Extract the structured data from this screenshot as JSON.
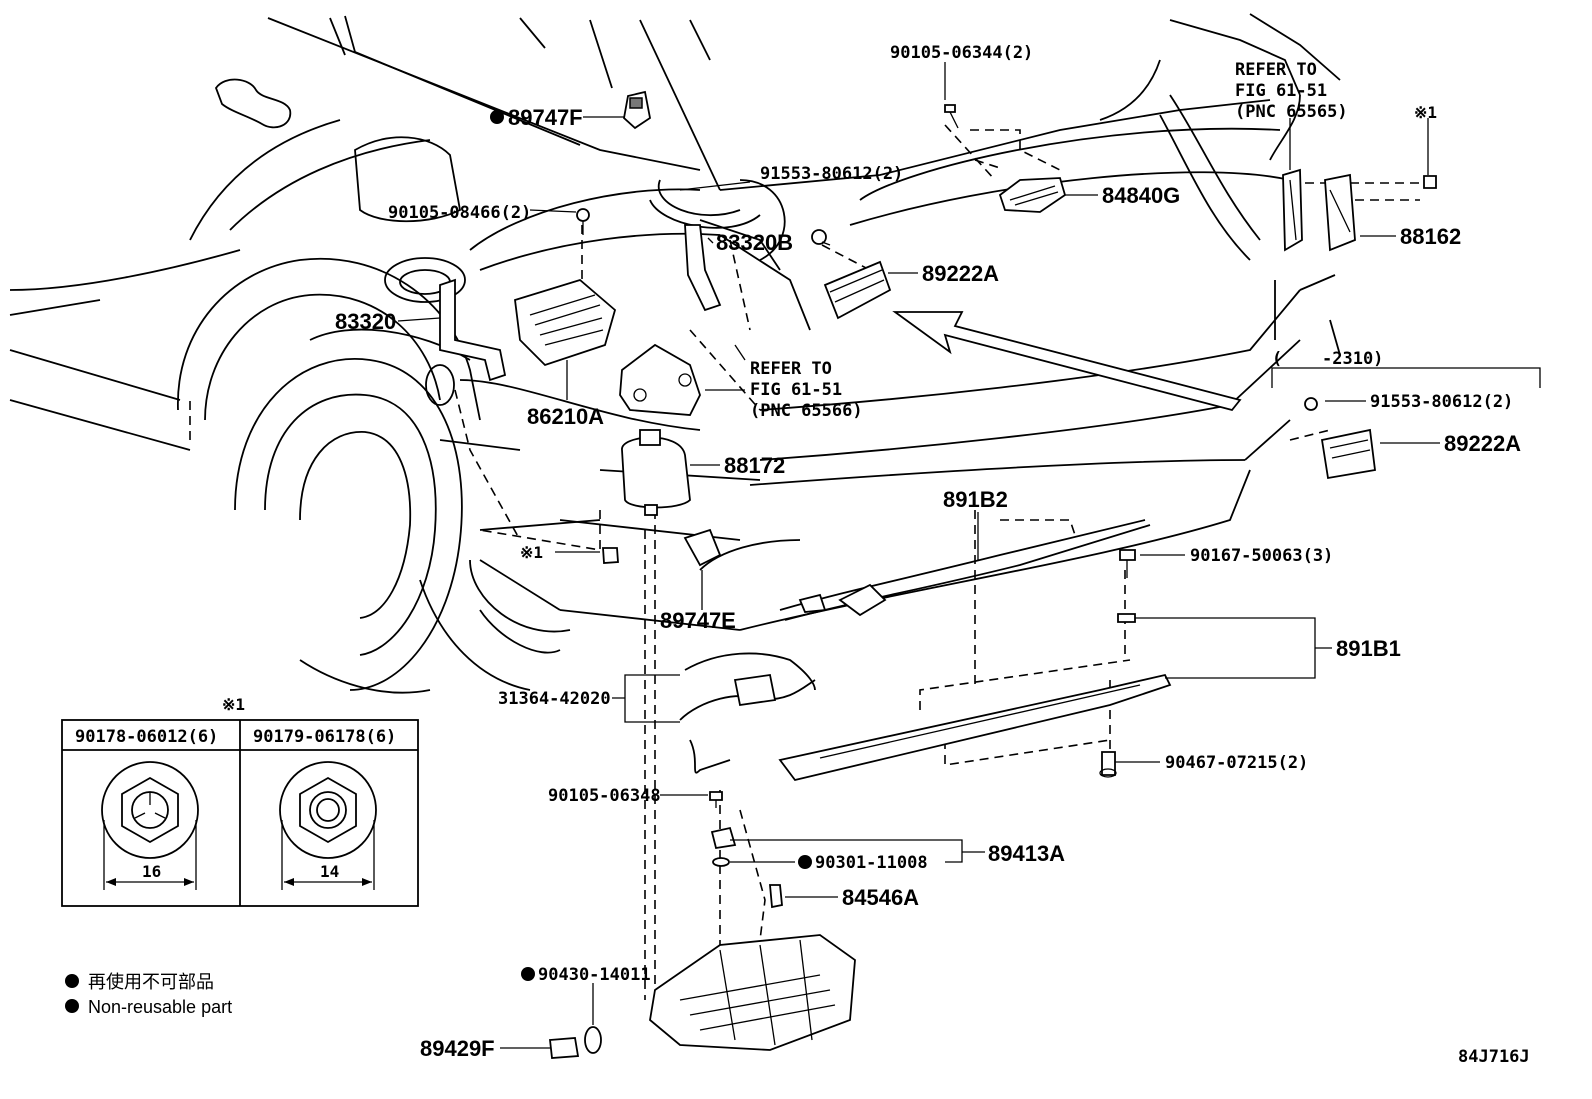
{
  "labels": {
    "p89747F": "89747F",
    "p90105_06344": "90105-06344(2)",
    "refer1_l1": "REFER TO",
    "refer1_l2": "FIG 61-51",
    "refer1_l3": "(PNC 65565)",
    "ref_mark_top": "※1",
    "p91553_top": "91553-80612(2)",
    "p84840G": "84840G",
    "p90105_08466": "90105-08466(2)",
    "p83320B": "83320B",
    "p88162": "88162",
    "p89222A_top": "89222A",
    "p83320": "83320",
    "refer2_l1": "REFER TO",
    "refer2_l2": "FIG 61-51",
    "refer2_l3": "(PNC 65566)",
    "p86210A": "86210A",
    "bracket_right": "-2310)",
    "bracket_left": "(",
    "p91553_right": "91553-80612(2)",
    "p89222A_right": "89222A",
    "p88172": "88172",
    "p891B2": "891B2",
    "p90167": "90167-50063(3)",
    "ref_mark_mid": "※1",
    "p89747E": "89747E",
    "p891B1": "891B1",
    "p31364": "31364-42020",
    "p90467": "90467-07215(2)",
    "p90105_06348": "90105-06348",
    "p89413A": "89413A",
    "p90301": "90301-11008",
    "p84546A": "84546A",
    "p90430": "90430-14011",
    "p89429F": "89429F",
    "code": "84J716J"
  },
  "table": {
    "ref_mark": "※1",
    "col1_header": "90178-06012(6)",
    "col2_header": "90179-06178(6)",
    "col1_dim": "16",
    "col2_dim": "14"
  },
  "legend": {
    "jp": "再使用不可部品",
    "en": "Non-reusable part"
  },
  "icons": {
    "bullet": "filled-circle-icon",
    "ref_mark": "reference-mark-icon"
  }
}
